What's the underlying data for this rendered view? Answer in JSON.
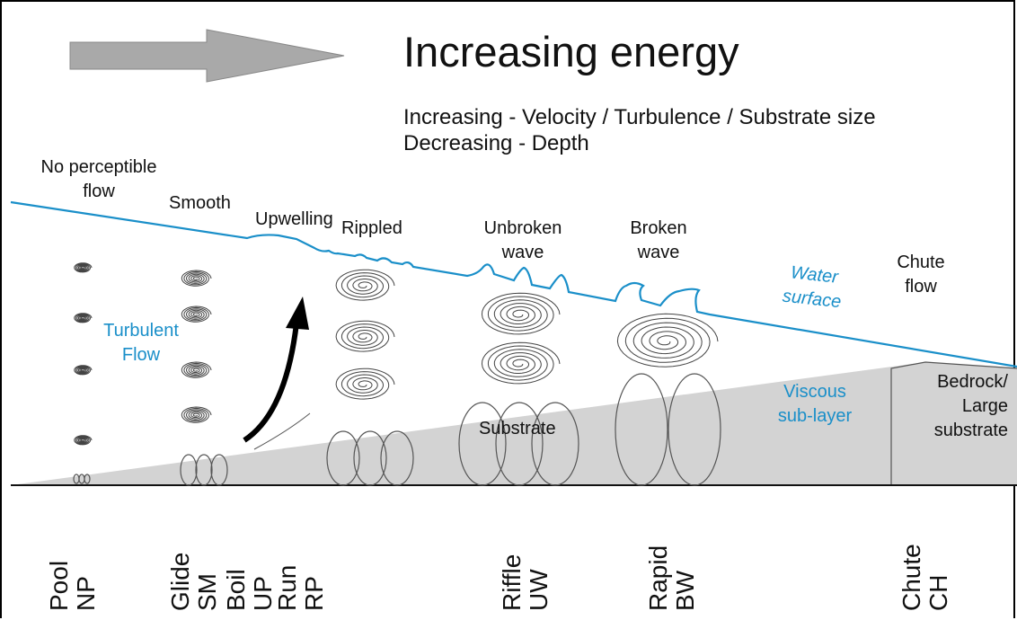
{
  "title": "Increasing energy",
  "subtitle_line1": "Increasing - Velocity / Turbulence / Substrate size",
  "subtitle_line2": "Decreasing - Depth",
  "surface_labels": {
    "no_flow": "No perceptible flow",
    "smooth": "Smooth",
    "upwelling": "Upwelling",
    "rippled": "Rippled",
    "unbroken": "Unbroken wave",
    "broken": "Broken wave",
    "chute_flow": "Chute flow"
  },
  "blue_labels": {
    "turbulent": "Turbulent Flow",
    "water_surface": "Water surface",
    "viscous": "Viscous sub-layer"
  },
  "substrate_labels": {
    "substrate": "Substrate",
    "bedrock": "Bedrock/ Large substrate"
  },
  "units": [
    {
      "name": "Pool",
      "code": "NP"
    },
    {
      "name": "Glide",
      "code": "SM"
    },
    {
      "name": "Boil",
      "code": "UP"
    },
    {
      "name": "Run",
      "code": "RP"
    },
    {
      "name": "Riffle",
      "code": "UW"
    },
    {
      "name": "Rapid",
      "code": "BW"
    },
    {
      "name": "Chute",
      "code": "CH"
    }
  ],
  "colors": {
    "water": "#1a8fc9",
    "substrate_fill": "#d3d3d3",
    "arrow_fill": "#a9a9a9",
    "ink": "#111111"
  }
}
